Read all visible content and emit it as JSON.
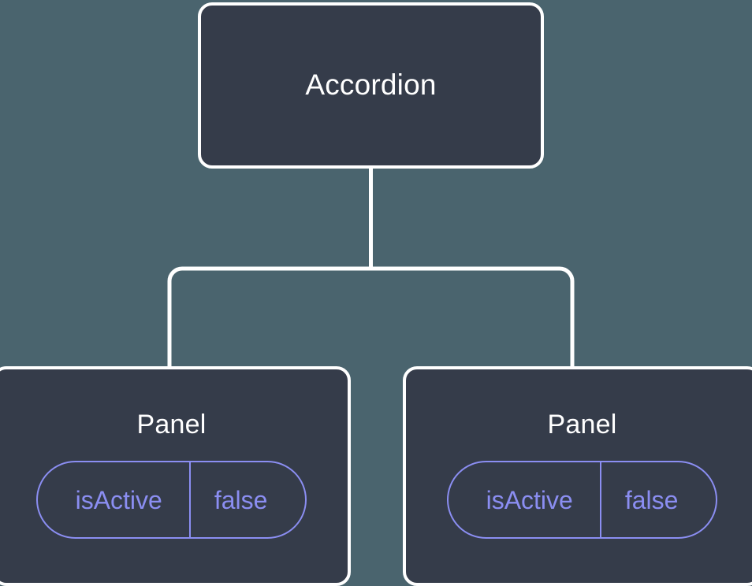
{
  "diagram": {
    "type": "component-tree",
    "background_color": "#4a646e",
    "node_fill_color": "#353c4a",
    "node_border_color": "#ffffff",
    "connector_color": "#ffffff",
    "pill_accent_color": "#8b8ef2",
    "title_text_color": "#ffffff"
  },
  "nodes": {
    "root": {
      "label": "Accordion"
    },
    "children": [
      {
        "label": "Panel",
        "state": {
          "key": "isActive",
          "value": "false"
        }
      },
      {
        "label": "Panel",
        "state": {
          "key": "isActive",
          "value": "false"
        }
      }
    ]
  }
}
